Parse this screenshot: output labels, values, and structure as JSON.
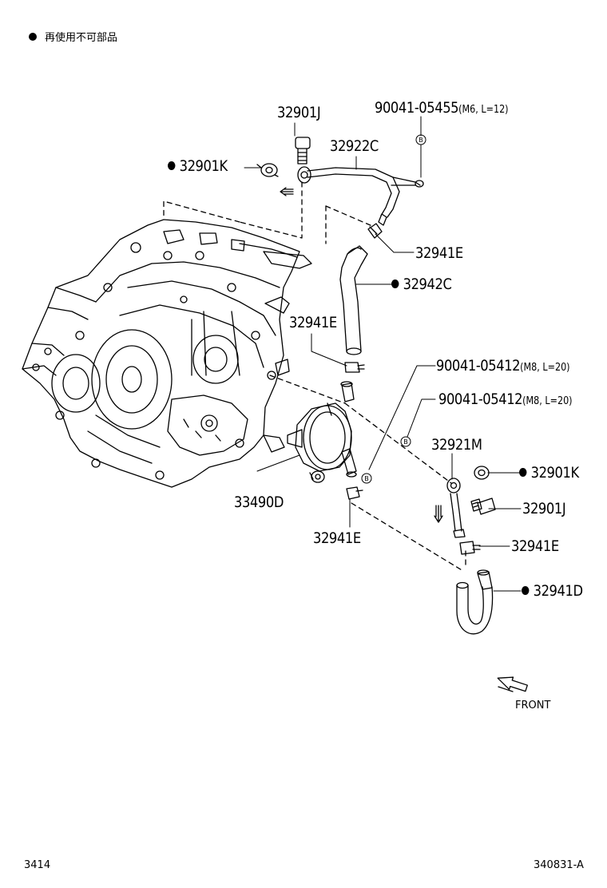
{
  "legend": {
    "text": "再使用不可部品"
  },
  "labels": {
    "p32901J_top": "32901J",
    "p90041_05455": "90041-05455",
    "p90041_05455_spec": "(M6, L=12)",
    "p32922C": "32922C",
    "p32901K_top": "32901K",
    "p32941E_a": "32941E",
    "p32942C": "32942C",
    "p32941E_b": "32941E",
    "p90041_05412_a": "90041-05412",
    "p90041_05412_a_spec": "(M8, L=20)",
    "p90041_05412_b": "90041-05412",
    "p90041_05412_b_spec": "(M8, L=20)",
    "p32921M": "32921M",
    "p32901K_right": "32901K",
    "p32901J_right": "32901J",
    "p33490D": "33490D",
    "p32941E_c": "32941E",
    "p32941E_d": "32941E",
    "p32941D": "32941D"
  },
  "marker_b": "B",
  "front_label": "FRONT",
  "footer": {
    "left": "3414",
    "right": "340831-A"
  }
}
